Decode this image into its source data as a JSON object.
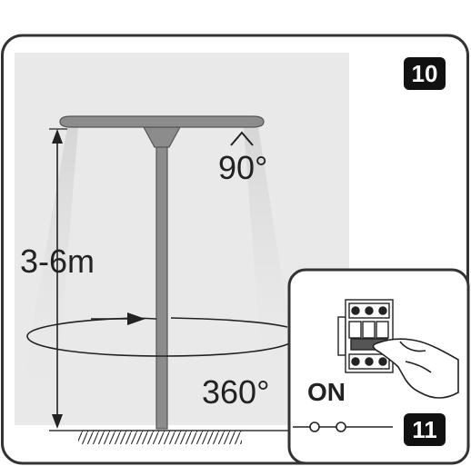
{
  "steps": {
    "main": "10",
    "inset": "11"
  },
  "labels": {
    "height": "3-6m",
    "tilt_angle": "90°",
    "rotation": "360°",
    "switch_state": "ON"
  },
  "icons": {
    "tilt": "caret-up-icon",
    "rotation": "rotation-ellipse-arrow-icon",
    "height": "double-arrow-vertical-icon",
    "breaker": "circuit-breaker-icon",
    "hand": "hand-pressing-icon",
    "switch": "switch-closed-symbol-icon"
  },
  "colors": {
    "frame": "#333333",
    "panel": "#e9e9e9",
    "pole": "#8c8c8c",
    "ink": "#222222",
    "badge": "#111111",
    "badge_text": "#ffffff"
  }
}
